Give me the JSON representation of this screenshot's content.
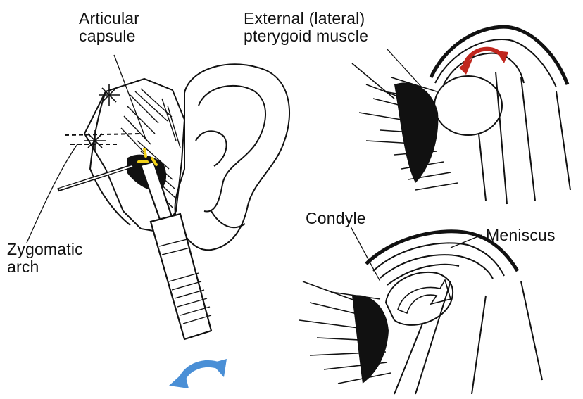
{
  "labels": {
    "articular_capsule": [
      "Articular",
      "capsule"
    ],
    "external_pterygoid": [
      "External (lateral)",
      "pterygoid muscle"
    ],
    "zygomatic_arch": [
      "Zygomatic",
      "arch"
    ],
    "condyle": "Condyle",
    "meniscus": "Meniscus"
  },
  "colors": {
    "ink": "#111111",
    "red_arrow": "#c0271e",
    "blue_arrow": "#4a8fd6",
    "yellow_marks": "#f2d21a"
  },
  "icons": {
    "rotation_arrow_top": "curved-arrow-red",
    "rotation_arrow_bottom": "curved-double-arrow-blue"
  }
}
